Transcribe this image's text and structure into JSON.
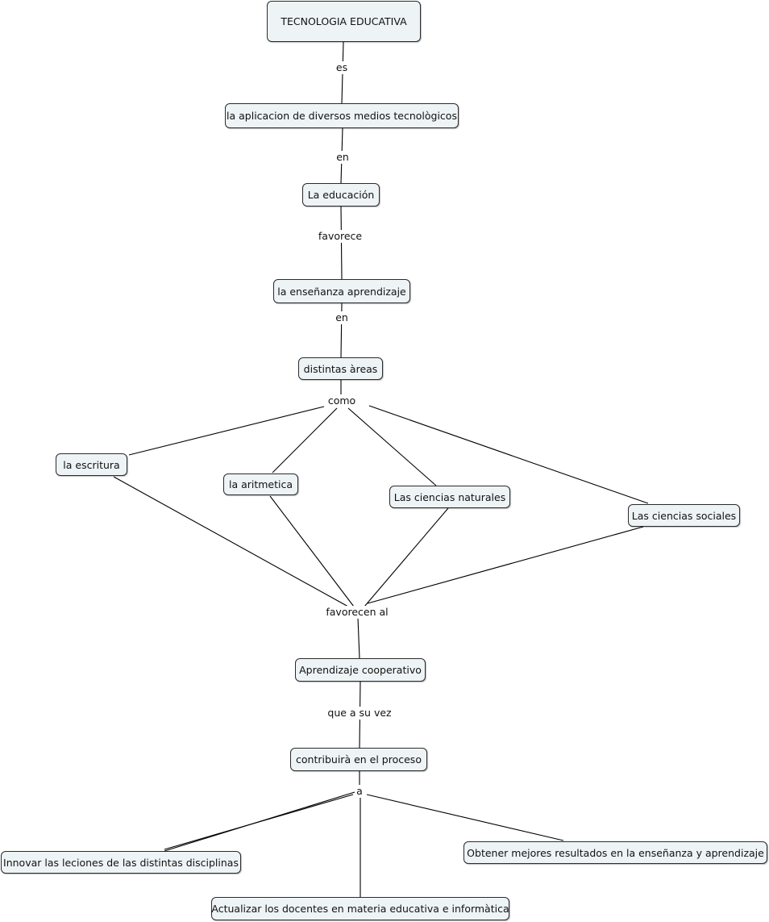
{
  "concepts": {
    "tecnologia": "TECNOLOGIA  EDUCATIVA",
    "aplicacion": "la aplicacion de diversos medios tecnològicos",
    "educacion": "La educación",
    "ensenanza": "la enseñanza aprendizaje",
    "areas": "distintas àreas",
    "escritura": "la escritura",
    "aritmetica": "la aritmetica",
    "naturales": "Las ciencias naturales",
    "sociales": "Las ciencias sociales",
    "cooperativo": "Aprendizaje cooperativo",
    "contribuira": "contribuirà en el proceso",
    "innovar": "Innovar las leciones de las distintas disciplinas",
    "obtener": "Obtener mejores resultados en la enseñanza y aprendizaje",
    "actualizar": "Actualizar los docentes en materia educativa e informàtica"
  },
  "links": {
    "es": "es",
    "en1": "en",
    "favorece": "favorece",
    "en2": "en",
    "como": "como",
    "favorecen": "favorecen al",
    "que": "que a su vez",
    "a": "a"
  }
}
